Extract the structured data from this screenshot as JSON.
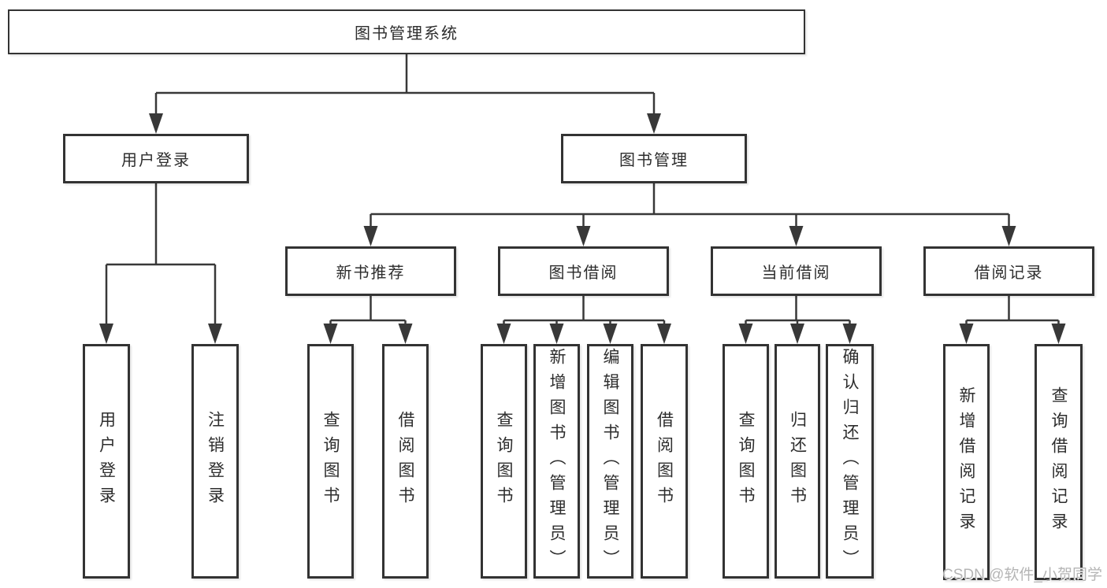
{
  "tree": {
    "root": {
      "label": "图书管理系统"
    },
    "branches": [
      {
        "label": "用户登录",
        "children": [
          {
            "label": "用户登录"
          },
          {
            "label": "注销登录"
          }
        ]
      },
      {
        "label": "图书管理",
        "children": [
          {
            "label": "新书推荐",
            "children": [
              {
                "label": "查询图书"
              },
              {
                "label": "借阅图书"
              }
            ]
          },
          {
            "label": "图书借阅",
            "children": [
              {
                "label": "查询图书"
              },
              {
                "label": "新增图书（管理员）"
              },
              {
                "label": "编辑图书（管理员）"
              },
              {
                "label": "借阅图书"
              }
            ]
          },
          {
            "label": "当前借阅",
            "children": [
              {
                "label": "查询图书"
              },
              {
                "label": "归还图书"
              },
              {
                "label": "确认归还（管理员）"
              }
            ]
          },
          {
            "label": "借阅记录",
            "children": [
              {
                "label": "新增借阅记录"
              },
              {
                "label": "查询借阅记录"
              }
            ]
          }
        ]
      }
    ]
  },
  "watermark": {
    "text": "CSDN @软件_小贺同学"
  },
  "colors": {
    "line": "#383838",
    "box_border": "#333333",
    "text": "#2d2d2d",
    "watermark": "#b5b5b5",
    "background": "#ffffff"
  }
}
